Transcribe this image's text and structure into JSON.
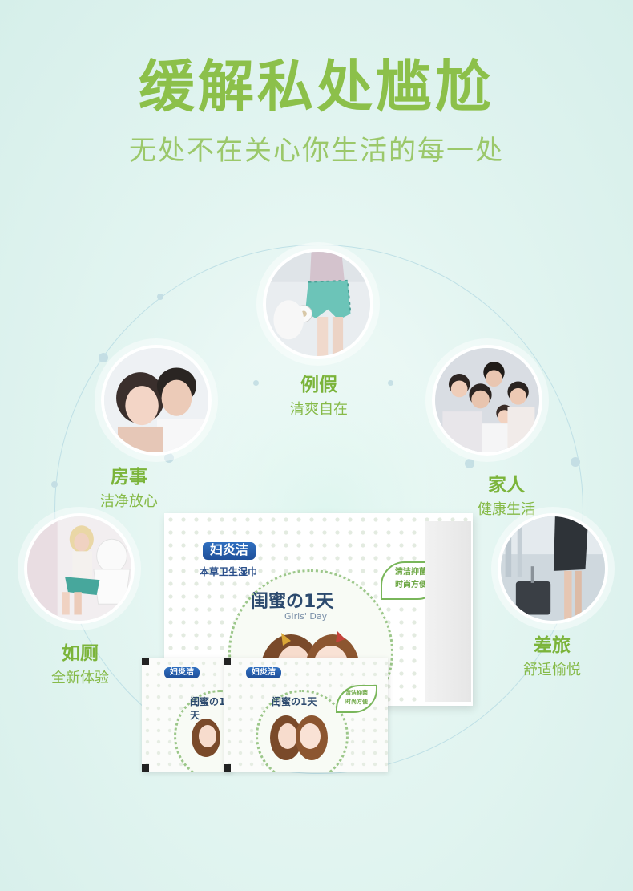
{
  "headline": "缓解私处尴尬",
  "subheadline": "无处不在关心你生活的每一处",
  "scenes": [
    {
      "id": "period",
      "title": "例假",
      "subtitle": "清爽自在"
    },
    {
      "id": "intimacy",
      "title": "房事",
      "subtitle": "洁净放心"
    },
    {
      "id": "family",
      "title": "家人",
      "subtitle": "健康生活"
    },
    {
      "id": "toilet",
      "title": "如厕",
      "subtitle": "全新体验"
    },
    {
      "id": "travel",
      "title": "差旅",
      "subtitle": "舒适愉悦"
    }
  ],
  "product": {
    "brand": "妇炎洁",
    "brand_tagline": "本草卫生湿巾",
    "series_title": "闺蜜の1天",
    "series_en": "Girls' Day",
    "badge_line1": "清洁抑菌",
    "badge_line2": "时尚方便"
  },
  "colors": {
    "accent_green": "#8cc04a",
    "label_green": "#7bb43a",
    "brand_blue": "#2f6fc0"
  }
}
